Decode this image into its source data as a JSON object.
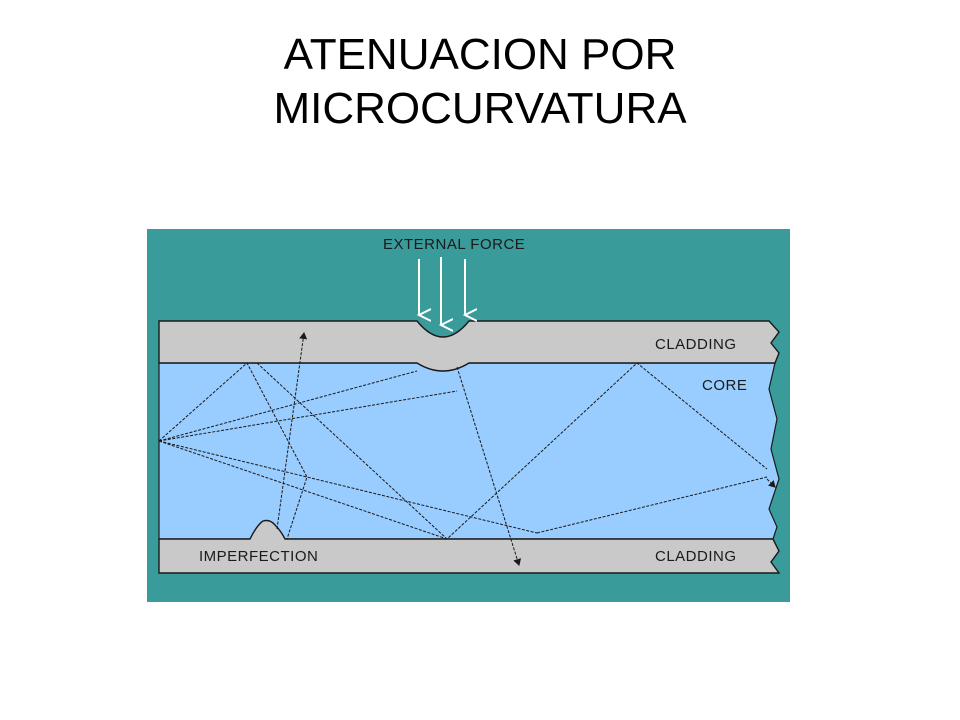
{
  "slide": {
    "title_line1": "ATENUACION POR",
    "title_line2": "MICROCURVATURA"
  },
  "diagram": {
    "labels": {
      "external_force": "EXTERNAL FORCE",
      "cladding_top": "CLADDING",
      "core": "CORE",
      "imperfection": "IMPERFECTION",
      "cladding_bottom": "CLADDING"
    },
    "colors": {
      "frame": "#3a9b9b",
      "cladding": "#c9c9c9",
      "core": "#99ccff",
      "arrow": "#ffffff",
      "ray": "#1a1a1a"
    }
  }
}
